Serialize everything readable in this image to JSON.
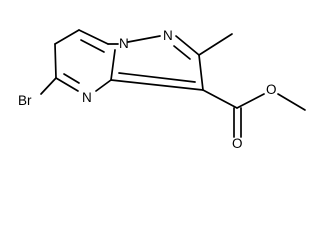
{
  "molecule": {
    "atoms": {
      "n_pyrazole": "N",
      "n_bridge": "N",
      "n_pyrimidine": "N",
      "br": "Br",
      "o_carbonyl": "O",
      "o_ester": "O"
    }
  }
}
